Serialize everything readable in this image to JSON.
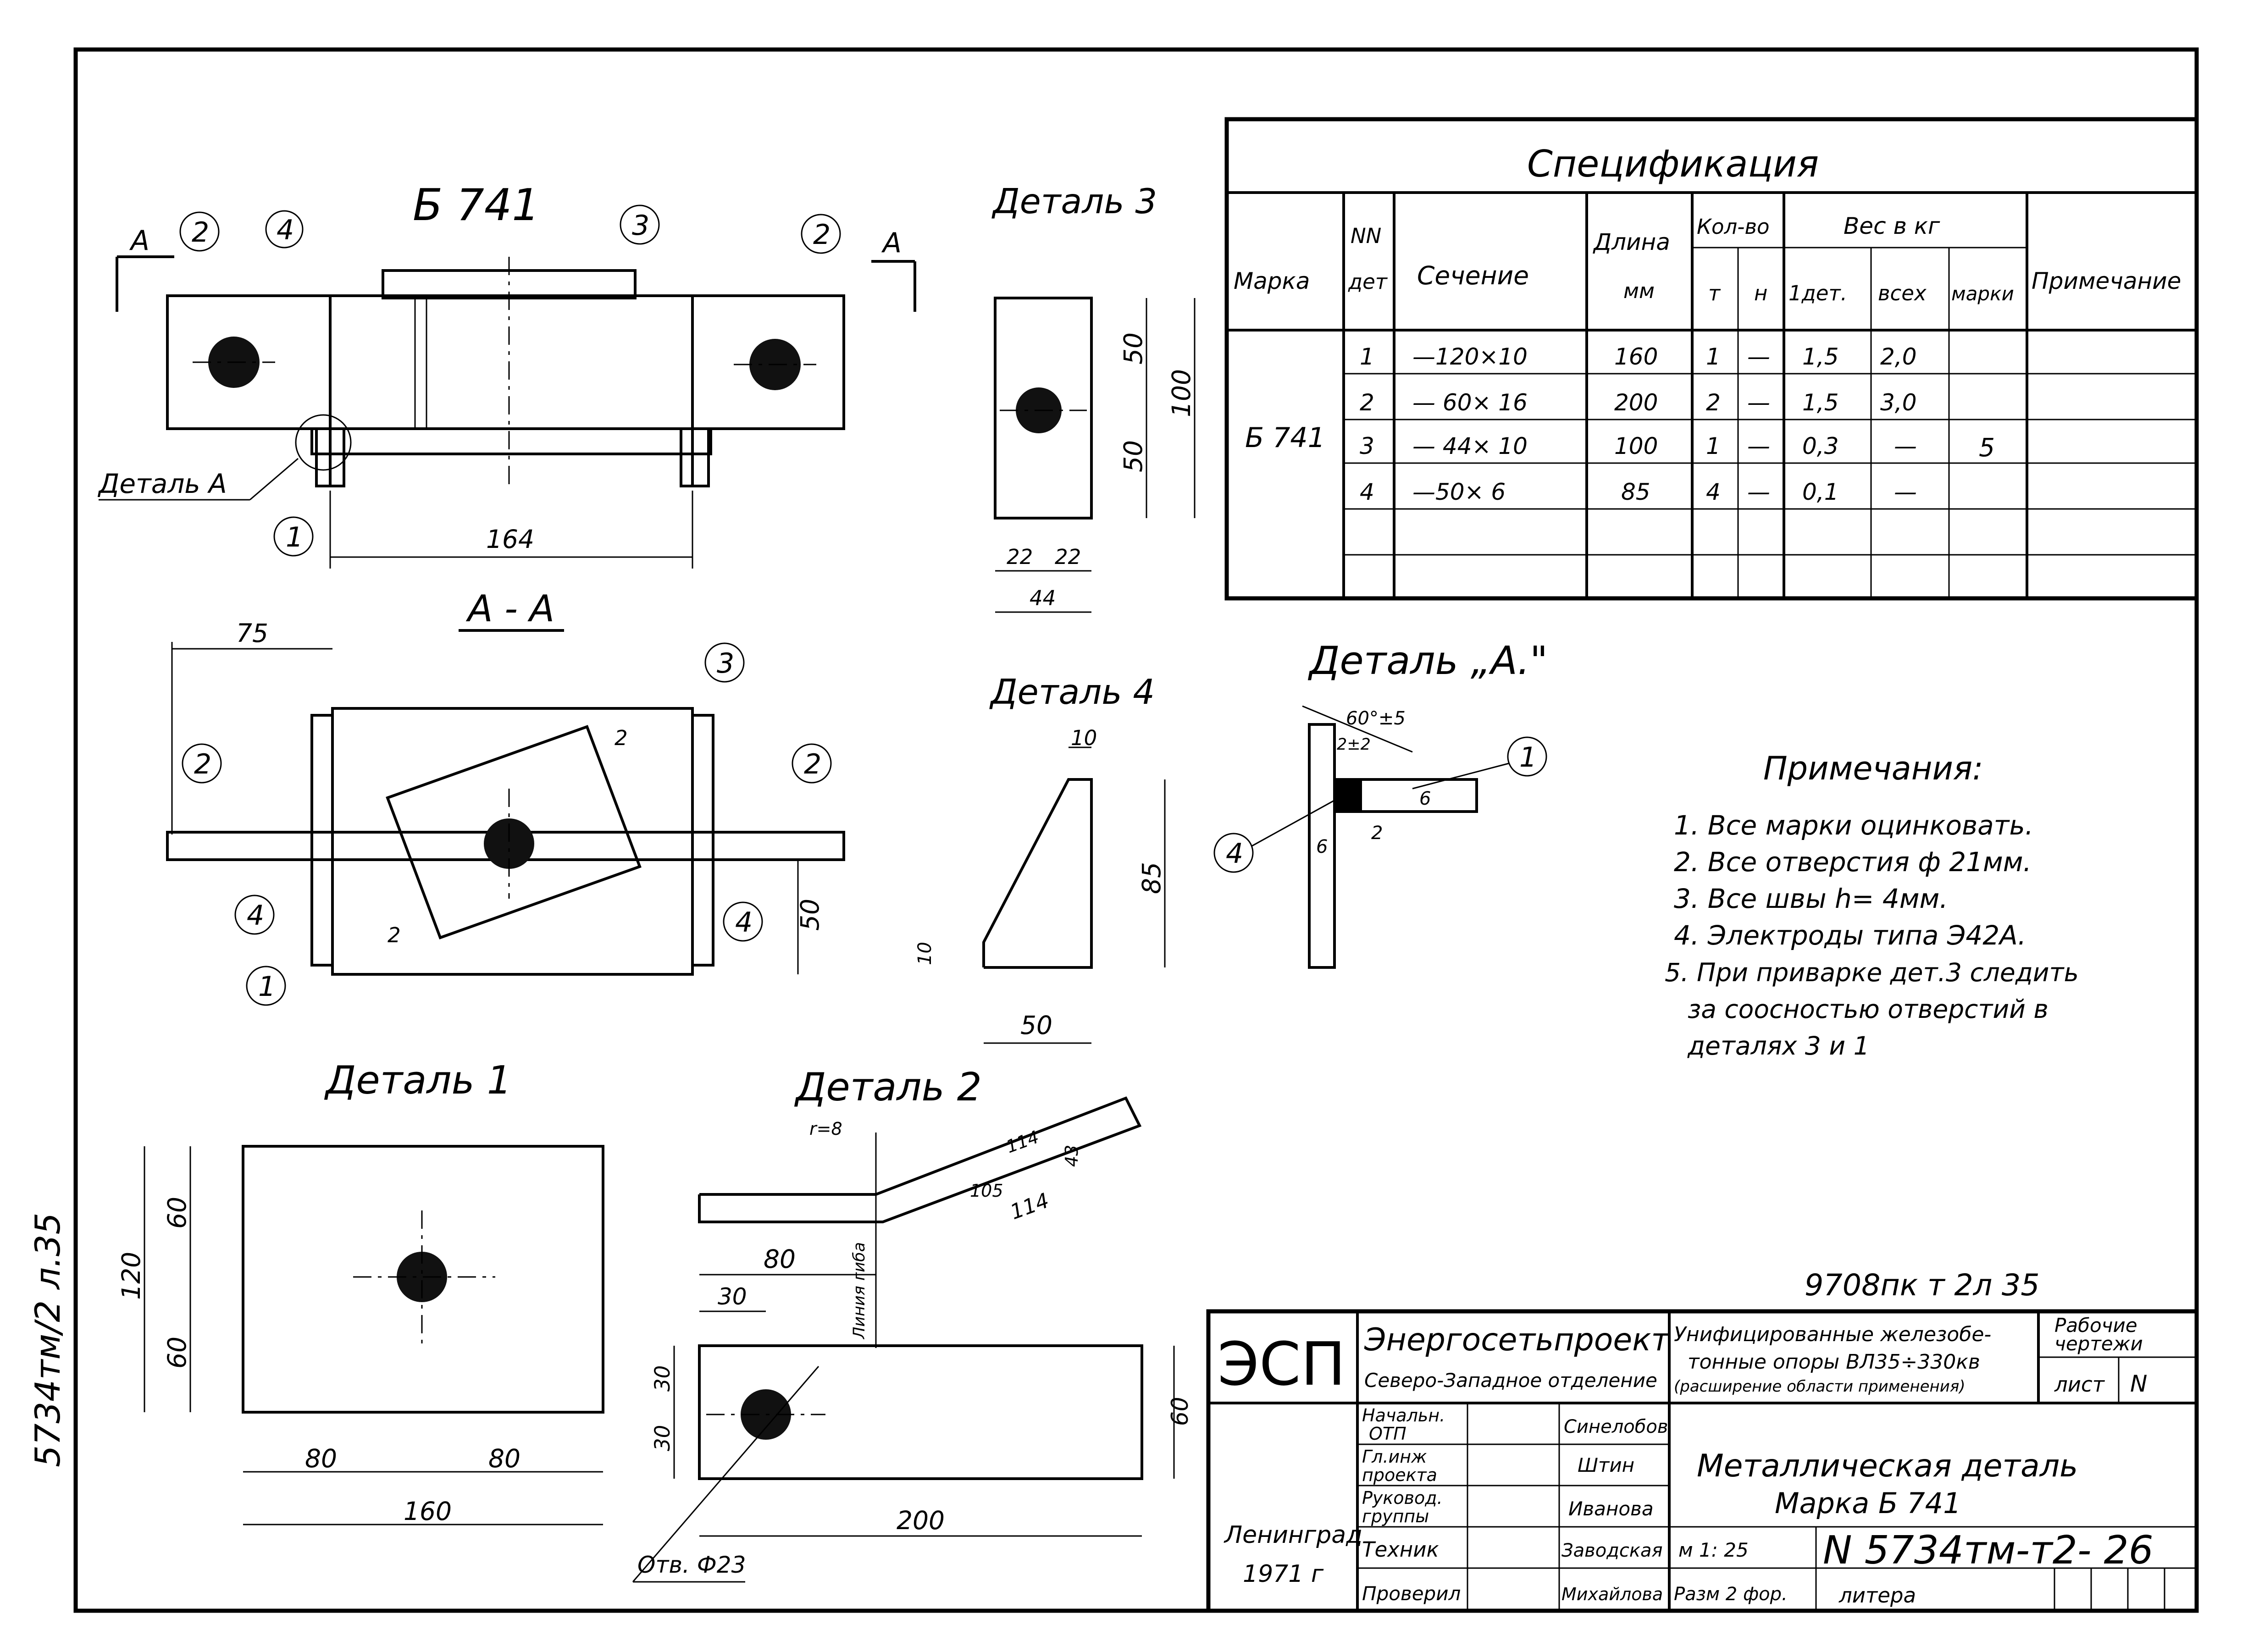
{
  "drawing": {
    "main_title": "Б 741",
    "section_label": "А - А",
    "section_marker": "А",
    "callouts": [
      "1",
      "2",
      "3",
      "4"
    ],
    "detail_a_ref": "Деталь А",
    "main_dims": {
      "width": "164",
      "offset": "75",
      "height": "50"
    },
    "weld_marks": [
      "2",
      "2"
    ]
  },
  "detail3": {
    "title": "Деталь 3",
    "dims": [
      "50",
      "50",
      "100",
      "22",
      "22",
      "44"
    ]
  },
  "detail4": {
    "title": "Деталь 4",
    "dims": [
      "10",
      "85",
      "10",
      "50"
    ]
  },
  "detail1": {
    "title": "Деталь 1",
    "dims": [
      "60",
      "60",
      "120",
      "80",
      "80",
      "160"
    ]
  },
  "detail2": {
    "title": "Деталь 2",
    "dims": [
      "r=8",
      "114",
      "43",
      "105",
      "114",
      "80",
      "30",
      "30",
      "30",
      "60",
      "200"
    ],
    "bend_line": "Линия гиба",
    "hole_note": "Отв. Ф23"
  },
  "detail_a": {
    "title": "Деталь „А.\"",
    "angle": "60°±5",
    "gap": "2±2",
    "dims": [
      "6",
      "2",
      "6"
    ],
    "callouts": [
      "1",
      "4"
    ]
  },
  "spec": {
    "title": "Спецификация",
    "headers": {
      "marka": "Марка",
      "nn": "NN",
      "det": "дет",
      "section": "Сечение",
      "length": "Длина",
      "length_unit": "мм",
      "qty": "Кол-во",
      "qty_t": "т",
      "qty_n": "н",
      "weight": "Вес в кг",
      "w_det": "1дет.",
      "w_all": "всех",
      "w_mark": "марки",
      "note": "Примечание"
    },
    "mark": "Б 741",
    "mark_weight": "5",
    "rows": [
      {
        "n": "1",
        "section": "—120×10",
        "length": "160",
        "t": "1",
        "nn": "—",
        "w1": "1,5",
        "wall": "2,0"
      },
      {
        "n": "2",
        "section": "— 60× 16",
        "length": "200",
        "t": "2",
        "nn": "—",
        "w1": "1,5",
        "wall": "3,0"
      },
      {
        "n": "3",
        "section": "— 44× 10",
        "length": "100",
        "t": "1",
        "nn": "—",
        "w1": "0,3",
        "wall": "—"
      },
      {
        "n": "4",
        "section": "—50× 6",
        "length": "85",
        "t": "4",
        "nn": "—",
        "w1": "0,1",
        "wall": "—"
      }
    ]
  },
  "notes": {
    "title": "Примечания:",
    "items": [
      "1. Все марки оцинковать.",
      "2. Все отверстия ф 21мм.",
      "3. Все швы h= 4мм.",
      "4. Электроды типа Э42А.",
      "5. При приварке дет.3 следить",
      "за соосностью отверстий в",
      "деталях 3 и 1"
    ]
  },
  "side_stamp": "5734тм/2 л.35",
  "archive_note": "9708пк т 2л 35",
  "title_block": {
    "logo": "ЭСП",
    "org": "Энергосетьпроект",
    "branch": "Северо-Западное отделение",
    "project": [
      "Унифицированные железобе-",
      "тонные опоры ВЛ35÷330кв",
      "(расширение области применения)"
    ],
    "stage": [
      "Рабочие",
      "чертежи"
    ],
    "sheet_label": "лист",
    "sheet_value": "N",
    "roles": [
      {
        "role": [
          "Начальн.",
          "ОТП"
        ],
        "name": "Синелобов"
      },
      {
        "role": [
          "Гл.инж",
          "проекта"
        ],
        "name": "Штин"
      },
      {
        "role": [
          "Руковод.",
          "группы"
        ],
        "name": "Иванова"
      },
      {
        "role": [
          "Техник"
        ],
        "name": "Заводская"
      },
      {
        "role": [
          "Проверил"
        ],
        "name": "Михайлова"
      }
    ],
    "drawing_name": [
      "Металлическая деталь",
      "Марка Б 741"
    ],
    "scale": "м 1: 25",
    "format": "Разм 2 фор.",
    "number": "N 5734тм-т2- 26",
    "litera": "литера",
    "city": "Ленинград",
    "year": "1971 г"
  }
}
